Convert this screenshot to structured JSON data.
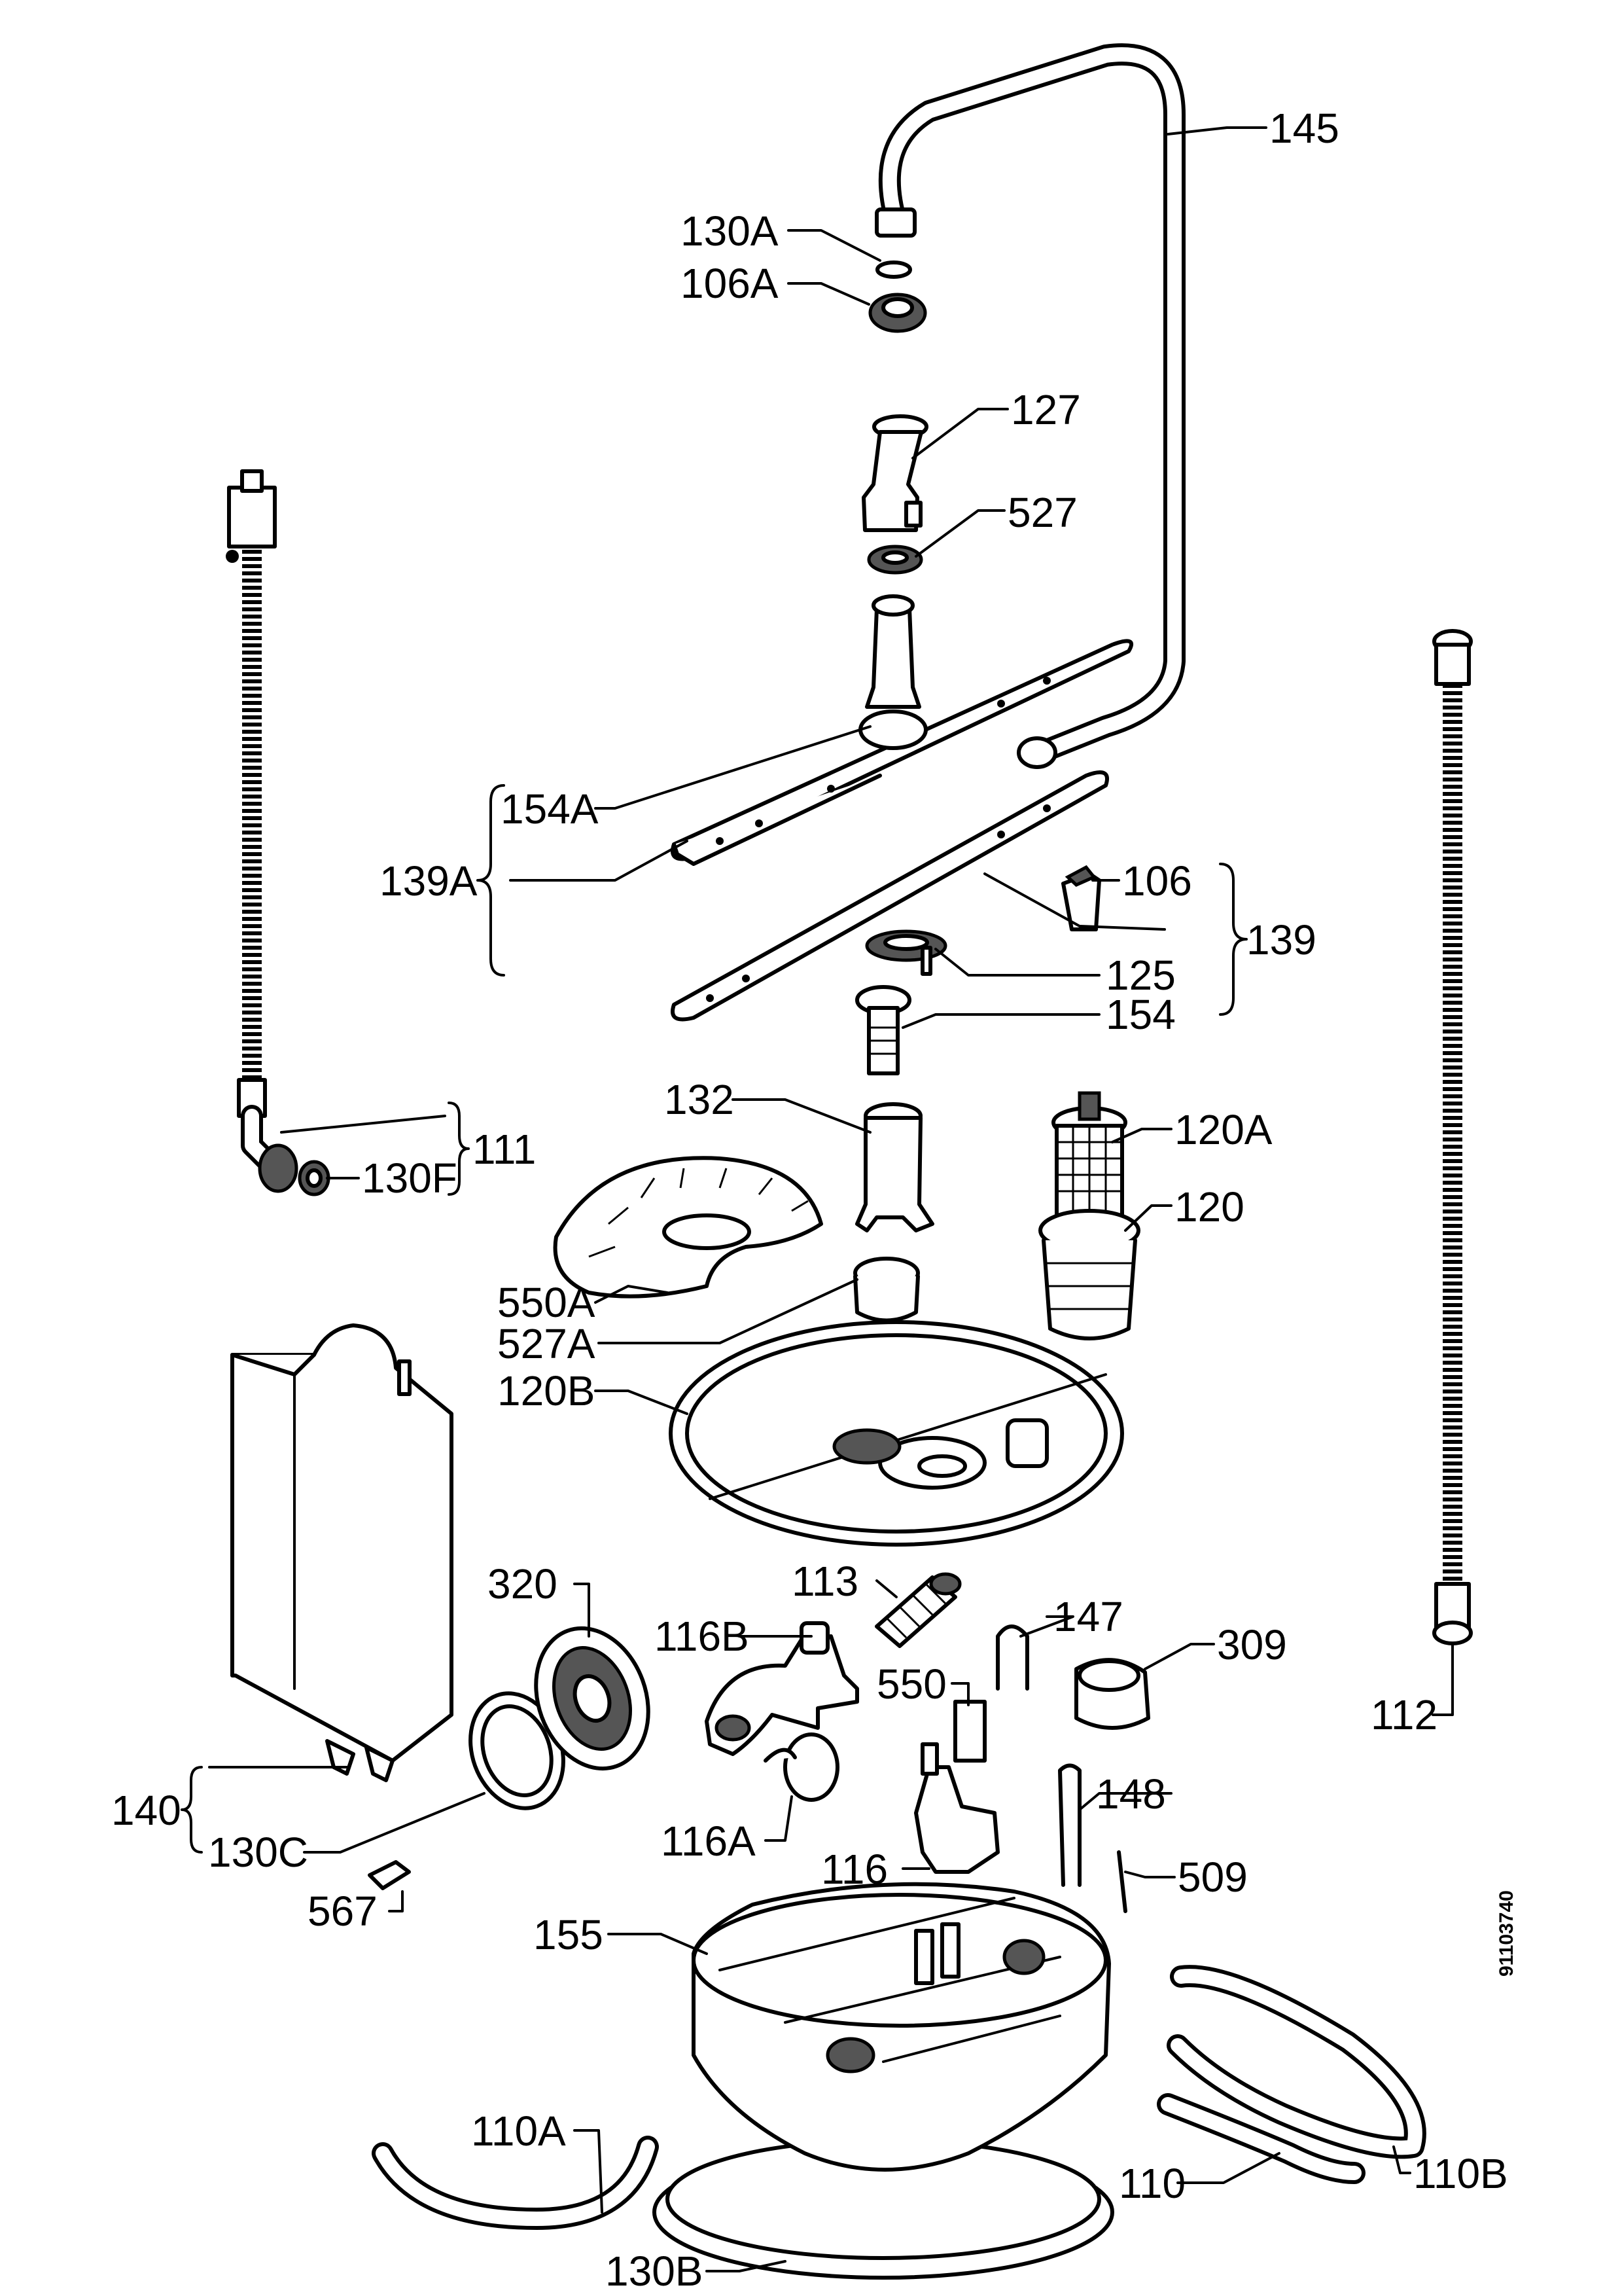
{
  "document_number": "91103740",
  "labels": {
    "p145": "145",
    "p130a": "130A",
    "p106a": "106A",
    "p127": "127",
    "p527": "527",
    "p154a": "154A",
    "p139a": "139A",
    "p106": "106",
    "p139": "139",
    "p125": "125",
    "p154": "154",
    "p132": "132",
    "p120a": "120A",
    "p120": "120",
    "p111": "111",
    "p130f": "130F",
    "p550a": "550A",
    "p527a": "527A",
    "p120b": "120B",
    "p320": "320",
    "p113": "113",
    "p116b": "116B",
    "p147": "147",
    "p309": "309",
    "p550": "550",
    "p112": "112",
    "p140": "140",
    "p130c": "130C",
    "p116a": "116A",
    "p116": "116",
    "p148": "148",
    "p509": "509",
    "p567": "567",
    "p155": "155",
    "p110a": "110A",
    "p110": "110",
    "p110b": "110B",
    "p130b": "130B"
  }
}
